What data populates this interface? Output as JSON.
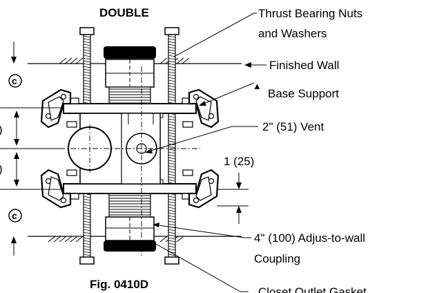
{
  "title": "DOUBLE",
  "figure_caption": "Fig. 0410D",
  "dimension_left_c": "c",
  "dimension_one": "1 (25)",
  "dimension_left_partial_1": ")",
  "dimension_left_partial_2": ")",
  "callouts": {
    "thrust_bearing_line1": "Thrust Bearing Nuts",
    "thrust_bearing_line2": "and Washers",
    "finished_wall": "Finished Wall",
    "base_support_marker": "▲",
    "base_support": "Base Support",
    "vent": "2\" (51) Vent",
    "adjus_line1": "4\" (100) Adjus-to-wall",
    "adjus_line2": "Coupling",
    "closet_gasket": "Closet Outlet Gasket"
  },
  "colors": {
    "ink": "#000000",
    "paper": "#ffffff"
  }
}
